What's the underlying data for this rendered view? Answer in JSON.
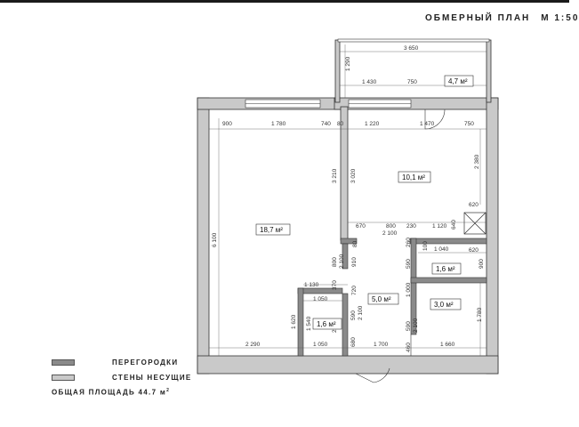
{
  "header": {
    "title": "ОБМЕРНЫЙ ПЛАН",
    "scale": "М 1:50"
  },
  "legend": {
    "partitions": "ПЕРЕГОРОДКИ",
    "bearing_walls": "СТЕНЫ НЕСУЩИЕ",
    "total_area_label": "ОБЩАЯ ПЛОЩАДЬ 44.7 м",
    "total_area_sup": "2"
  },
  "colors": {
    "bearing_wall": "#c9c9c9",
    "partition": "#8a8a8a",
    "line": "#333333"
  },
  "rooms": [
    {
      "id": "living",
      "area": "18,7 м²"
    },
    {
      "id": "kitchen",
      "area": "10,1 м²"
    },
    {
      "id": "balcony",
      "area": "4,7 м²"
    },
    {
      "id": "hall",
      "area": "5,0 м²"
    },
    {
      "id": "wc",
      "area": "1,6 м²"
    },
    {
      "id": "bath",
      "area": "3,0 м²"
    },
    {
      "id": "closet",
      "area": "1,6 м²"
    }
  ],
  "dimensions": {
    "balcony_width": "3 650",
    "balcony_depth": "1 290",
    "balcony_seg1": "1 430",
    "balcony_seg2": "750",
    "top_900": "900",
    "top_1780": "1 780",
    "top_740": "740",
    "top_80": "80",
    "top_1220": "1 220",
    "top_1470": "1 470",
    "top_750": "750",
    "left_6100": "6 100",
    "wall_3210": "3 210",
    "wall_3020": "3 020",
    "right_2380": "2 380",
    "k_670": "670",
    "k_800": "800",
    "k_230": "230",
    "k_1120": "1 120",
    "k_2100": "2 100",
    "k_620a": "620",
    "k_640": "640",
    "k_620b": "620",
    "c_2100": "2 100",
    "c_800": "800",
    "c_80": "80",
    "c_910": "910",
    "c_260": "260",
    "c_100a": "100",
    "c_1040": "1 040",
    "c_590a": "590",
    "c_900": "900",
    "c_1130": "1 130",
    "c_370": "370",
    "c_720": "720",
    "c_1000": "1 000",
    "c_1050a": "1 050",
    "c_590b": "590",
    "c_2100b": "2 100",
    "c_1780": "1 780",
    "c_1540": "1 540",
    "c_1620": "1 620",
    "c_590c": "590",
    "c_2100c": "2 100",
    "c_680": "680",
    "bot_2290": "2 290",
    "bot_1050": "1 050",
    "bot_1700": "1 700",
    "bot_460": "460",
    "bot_1660": "1 660",
    "c_2100d": "2 100"
  }
}
